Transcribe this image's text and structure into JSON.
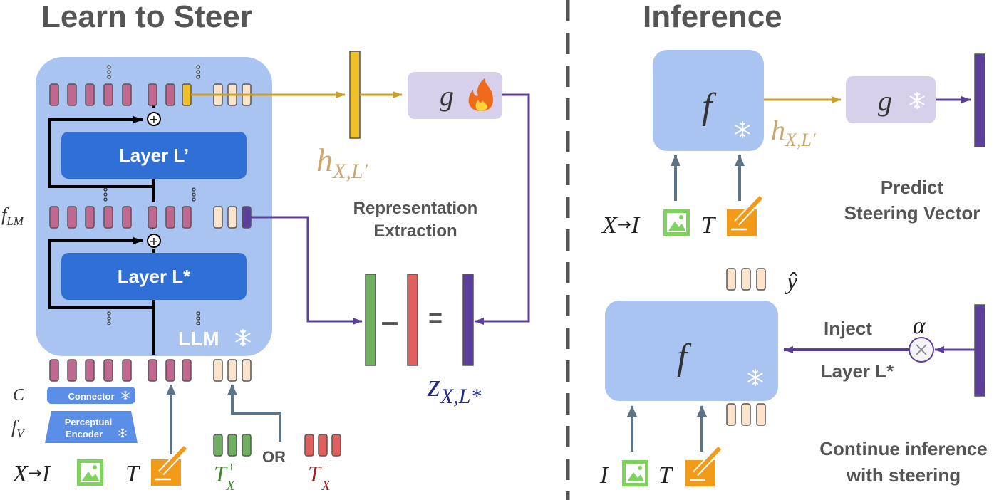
{
  "left": {
    "title": "Learn to Steer",
    "layer_top": "Layer L’",
    "layer_bottom": "Layer L*",
    "llm": "LLM",
    "connector": "Connector",
    "encoder_line1": "Perceptual",
    "encoder_line2": "Encoder",
    "f_lm": "f",
    "f_lm_sub": "LM",
    "c": "C",
    "f_v": "f",
    "f_v_sub": "V",
    "x": "X",
    "i": "I",
    "t": "T",
    "t_plus": "T",
    "t_plus_sup": "+",
    "t_plus_sub": "X",
    "or": "OR",
    "t_minus": "T",
    "t_minus_sup": "−",
    "t_minus_sub": "X",
    "g": "g",
    "h": "h",
    "h_sub": "X,L′",
    "rep1": "Representation",
    "rep2": "Extraction",
    "minus": "–",
    "equals": "=",
    "z": "z",
    "z_sub": "X,L*"
  },
  "right": {
    "title": "Inference",
    "f_top": "f",
    "g": "g",
    "h": "h",
    "h_sub": "X,L′",
    "x": "X",
    "i": "I",
    "t": "T",
    "predict1": "Predict",
    "predict2": "Steering Vector",
    "y_hat": "ŷ",
    "f_bottom": "f",
    "alpha": "α",
    "inject": "Inject",
    "inject_layer": "Layer L*",
    "i2": "I",
    "t2": "T",
    "cont1": "Continue inference",
    "cont2": "with steering"
  },
  "colors": {
    "llm_bg": "#a9c4f0",
    "layer_blue": "#2f6fd6",
    "token_mauve": "#c0688f",
    "token_cream": "#fbe3cc",
    "steer_gold": "#f0c02a",
    "steer_arrow_gold": "#c9a12a",
    "purple": "#5c3f9a",
    "g_box": "#d6d0ea",
    "green_token": "#6fb060",
    "red_token": "#e06060",
    "dark_blue_text": "#1f2a8a",
    "gold_text": "#c9a96e",
    "green_text": "#3a8a2a",
    "red_text": "#a02020",
    "slate_arrow": "#5d7487",
    "image_icon": "#7ed35a",
    "pencil_icon": "#f29a1a"
  }
}
